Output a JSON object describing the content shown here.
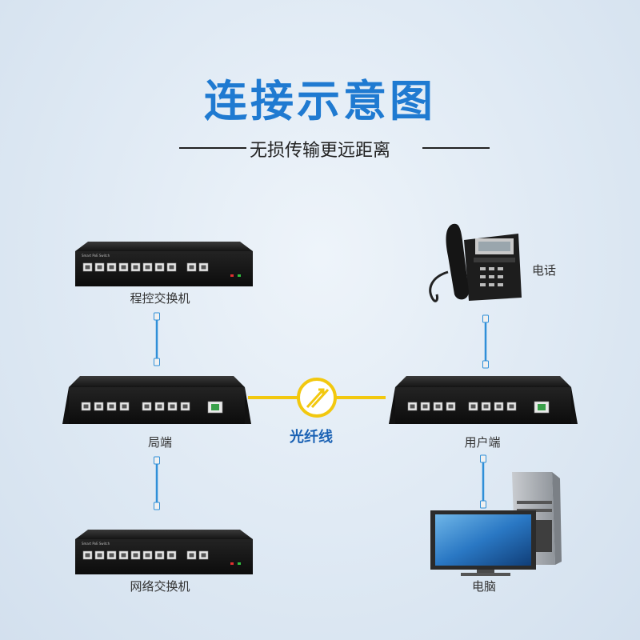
{
  "header": {
    "title": "连接示意图",
    "subtitle": "无损传输更远距离"
  },
  "devices": {
    "exchange_switch": {
      "label": "程控交换机",
      "panel_text": "Smart PoE Switch"
    },
    "local_end": {
      "label": "局端"
    },
    "network_switch": {
      "label": "网络交换机",
      "panel_text": "Smart PoE Switch"
    },
    "telephone": {
      "label": "电话"
    },
    "user_end": {
      "label": "用户端"
    },
    "computer": {
      "label": "电脑"
    }
  },
  "link": {
    "fiber_label": "光纤线"
  },
  "colors": {
    "accent": "#1f7ad1",
    "fiber": "#f2c80f",
    "cable": "#2f8fd8",
    "device": "#1e1e1e"
  }
}
